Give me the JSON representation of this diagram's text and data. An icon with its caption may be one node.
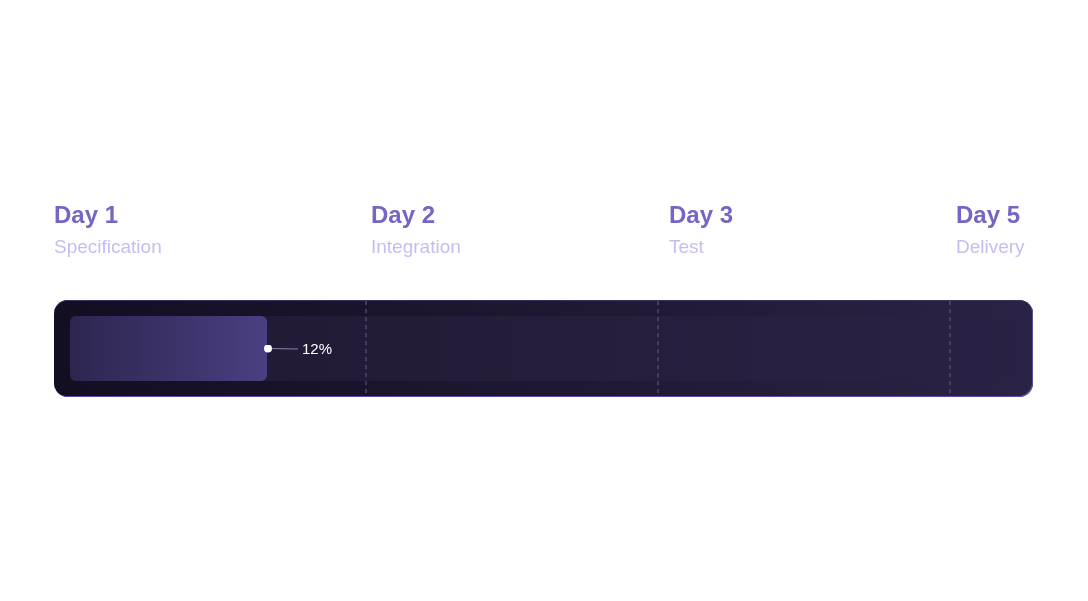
{
  "diagram": {
    "nodes": [
      {
        "text": [],
        "shape": "bar"
      },
      {
        "text": [],
        "shape": "bar",
        "in": 0
      },
      {
        "text": [
          "12%"
        ],
        "in": 0
      }
    ],
    "edges": [
      {
        "from": 2,
        "to": 1,
        "arrow": "other"
      }
    ],
    "labels": [
      "Day 1",
      "Specification",
      "Day 2",
      "Integration",
      "Day 3",
      "Test",
      "Day 5",
      "Delivery"
    ]
  }
}
